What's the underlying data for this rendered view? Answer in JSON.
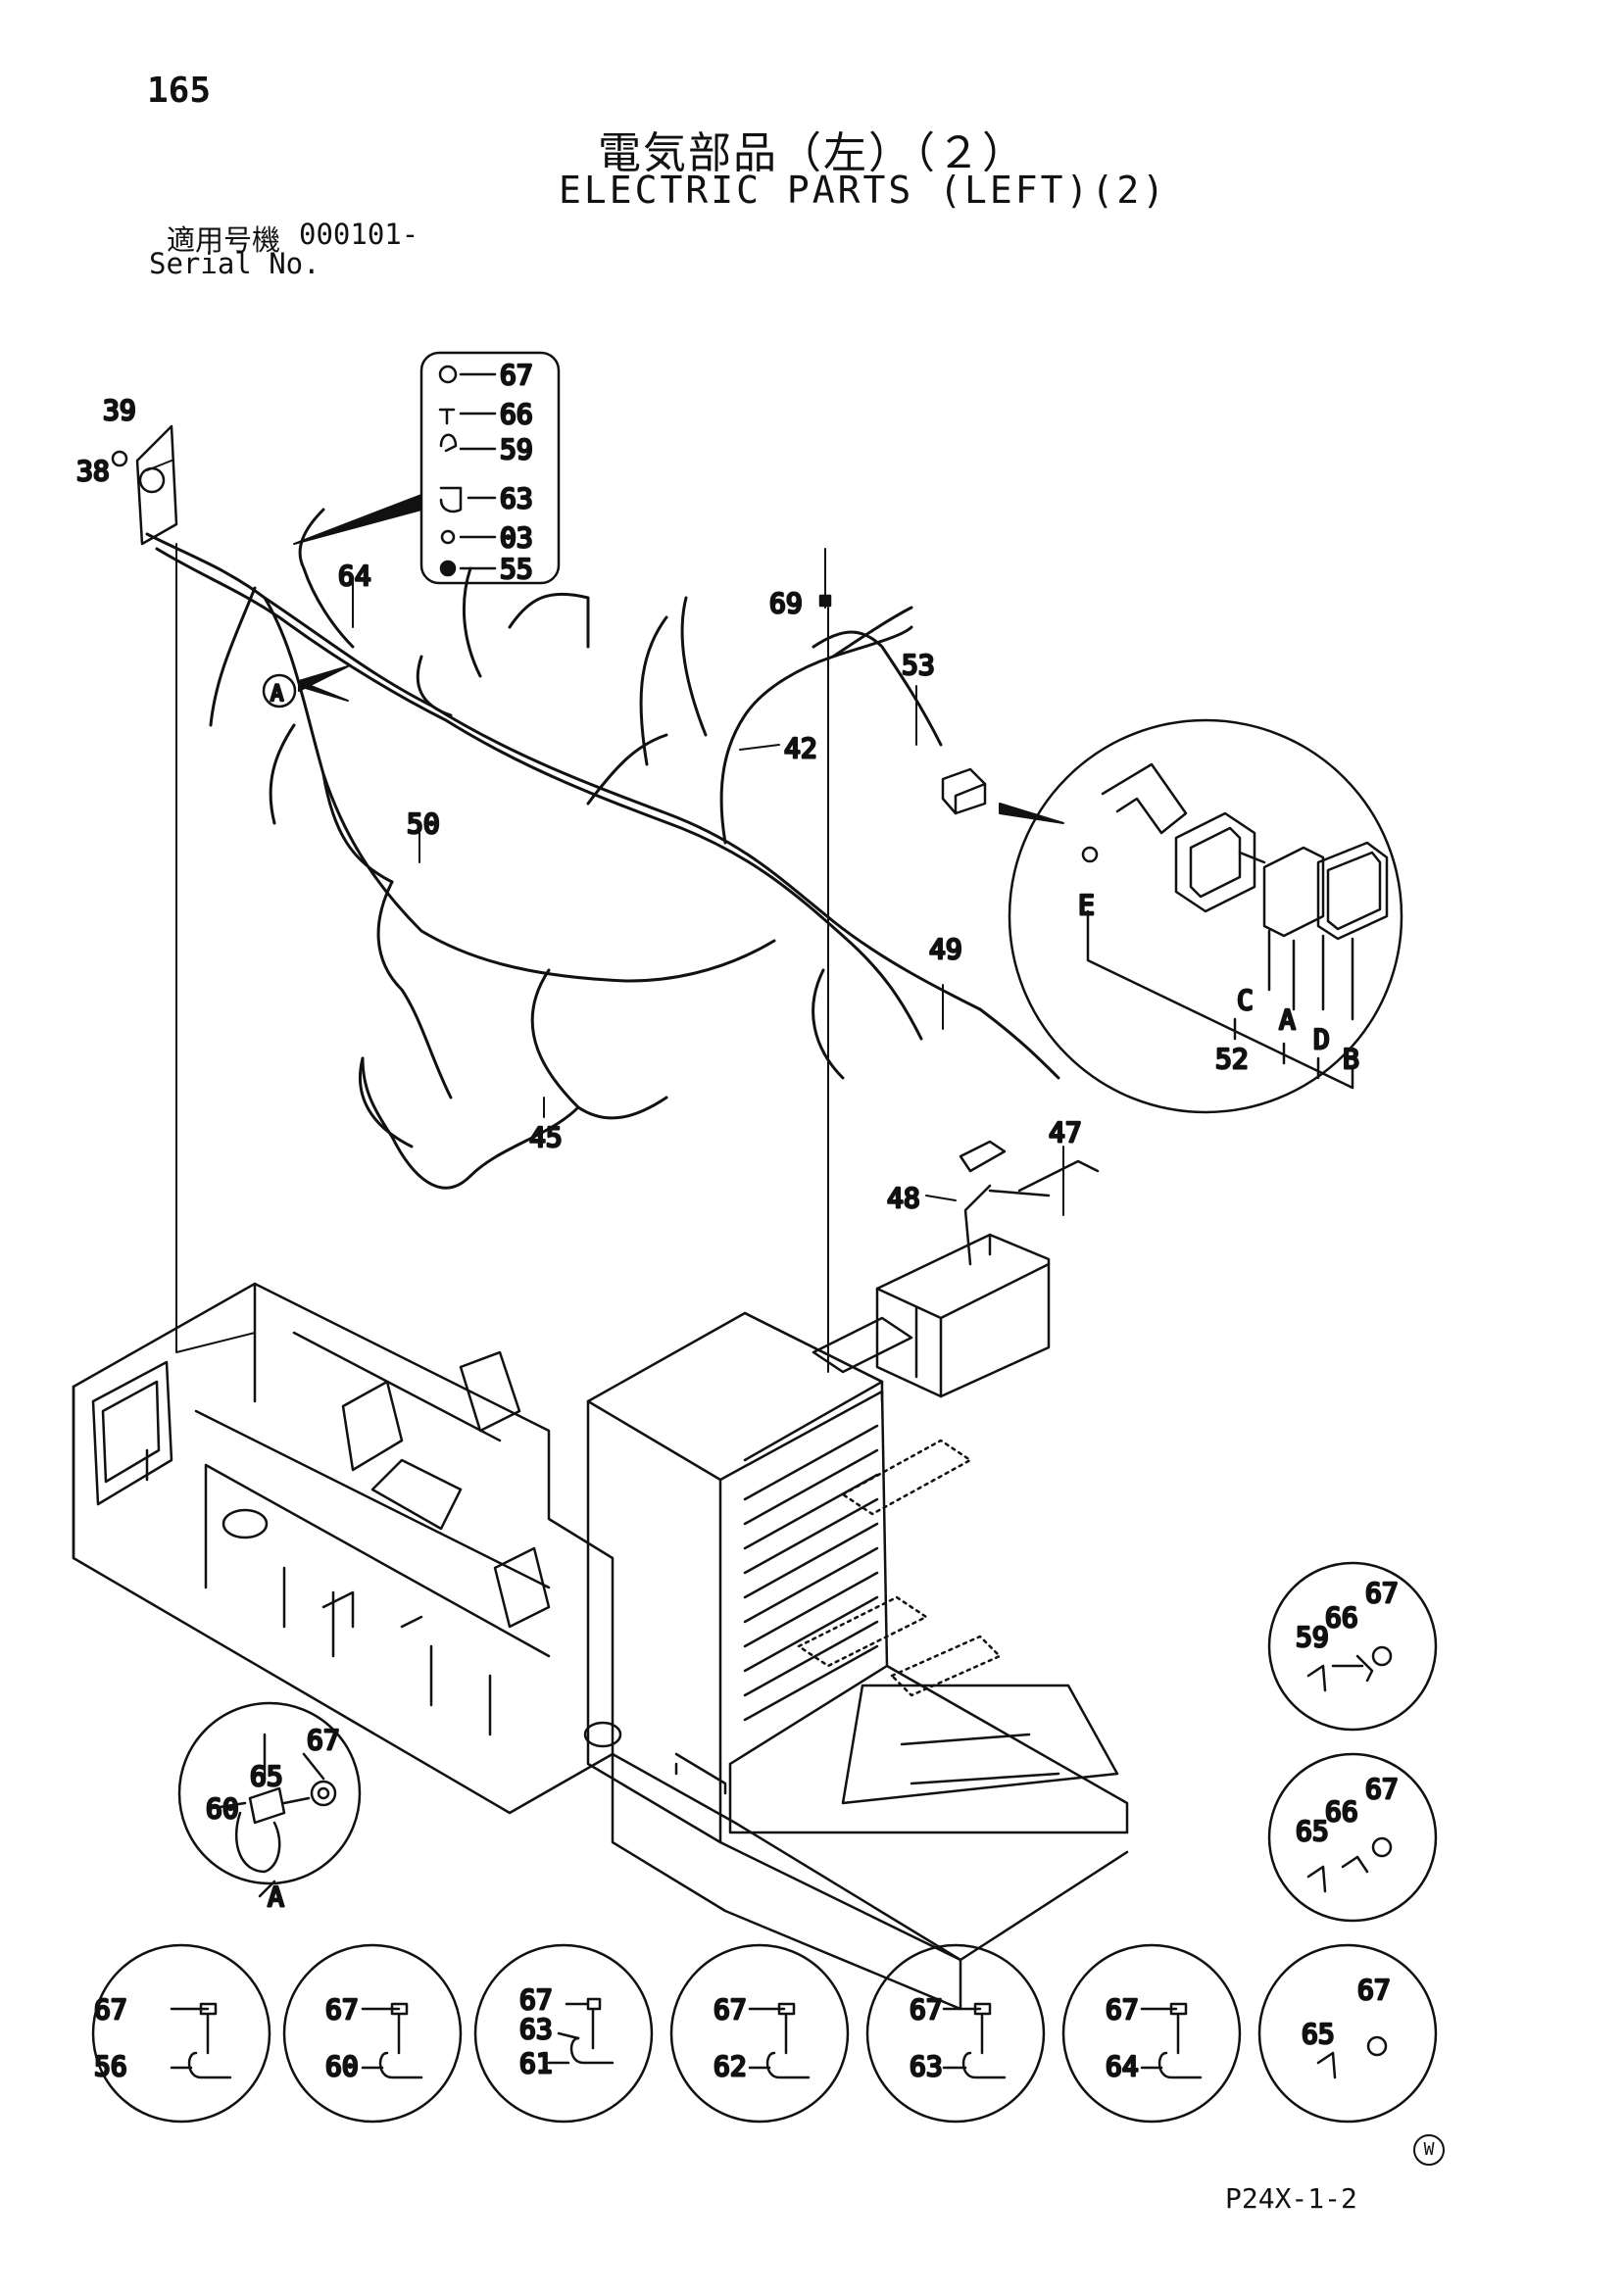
{
  "page": {
    "number": "165",
    "reference_code": "P24X-1-2",
    "watermark_symbol": "W"
  },
  "title": {
    "japanese": "電気部品（左）（２）",
    "english": "ELECTRIC PARTS (LEFT)(2)"
  },
  "serial": {
    "japanese_label": "適用号機",
    "value": "000101-",
    "english_label": "Serial No."
  },
  "callouts": {
    "p39": "39",
    "p38": "38",
    "p64": "64",
    "A_main": "A",
    "p50": "50",
    "p45": "45",
    "p69": "69",
    "p53": "53",
    "p42": "42",
    "p49": "49",
    "p47": "47",
    "p48": "48"
  },
  "top_stack": [
    "67",
    "66",
    "59",
    "63",
    "03",
    "55"
  ],
  "lamp_detail": {
    "part": "52",
    "letters": {
      "E": "E",
      "C": "C",
      "A": "A",
      "D": "D",
      "B": "B"
    }
  },
  "detail_A": {
    "numbers": [
      "67",
      "65",
      "60"
    ],
    "label": "A"
  },
  "right_circles": [
    {
      "numbers": [
        "59",
        "66",
        "67"
      ]
    },
    {
      "numbers": [
        "65",
        "66",
        "67"
      ]
    }
  ],
  "bottom_circles": [
    {
      "top": "67",
      "bottom": "56"
    },
    {
      "top": "67",
      "bottom": "60"
    },
    {
      "top": "67",
      "middle": "63",
      "bottom": "61"
    },
    {
      "top": "67",
      "bottom": "62"
    },
    {
      "top": "67",
      "bottom": "63"
    },
    {
      "top": "67",
      "bottom": "64"
    },
    {
      "left": "65",
      "right": "67"
    }
  ]
}
